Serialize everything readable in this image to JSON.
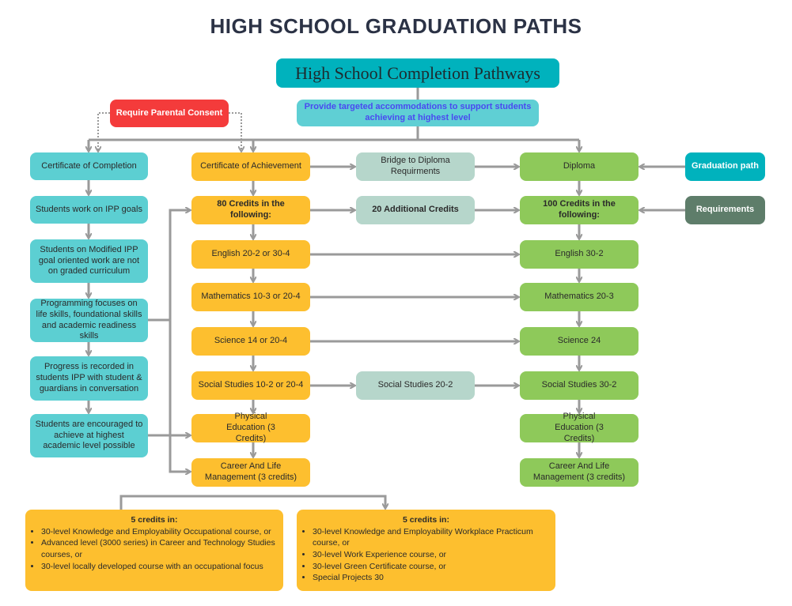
{
  "title": "HIGH SCHOOL GRADUATION PATHS",
  "header": "High School Completion Pathways",
  "subheader": "Provide targeted accommodations to support students achieving at highest level",
  "consent": "Require Parental Consent",
  "completion": [
    "Certificate of Completion",
    "Students work on IPP goals",
    "Students on Modified IPP goal oriented work are not on graded curriculum",
    "Programming focuses on life skills, foundational skills and academic readiness skills",
    "Progress  is recorded in students IPP with student & guardians in conversation",
    "Students are encouraged to achieve at highest academic level possible"
  ],
  "achievement": [
    "Certificate of Achievement",
    "80 Credits in the following:",
    "English 20-2 or 30-4",
    "Mathematics 10-3 or 20-4",
    "Science 14 or 20-4",
    "Social Studies 10-2 or 20-4",
    "Physical Education (3 Credits)",
    "Career And Life Management (3 credits)"
  ],
  "bridge": [
    "Bridge to Diploma Requirments",
    "20 Additional Credits",
    "Social Studies 20-2"
  ],
  "diploma": [
    "Diploma",
    "100 Credits in the following:",
    "English 30-2",
    "Mathematics 20-3",
    "Science 24",
    "Social Studies 30-2",
    "Physical Education (3 Credits)",
    "Career And Life Management (3 credits)"
  ],
  "legend": {
    "graduation_path": "Graduation path",
    "requirements": "Requirements"
  },
  "bottom_left": {
    "heading": "5 credits in:",
    "items": [
      "30-level Knowledge and Employability Occupational course, or",
      "Advanced level (3000 series) in Career and Technology Studies courses, or",
      "30-level locally developed course with an occupational focus"
    ]
  },
  "bottom_right": {
    "heading": "5 credits in:",
    "items": [
      "30-level Knowledge and Employability Workplace Practicum course, or",
      "30-level Work Experience course, or",
      "30-level Green Certificate course, or",
      "Special Projects 30"
    ]
  }
}
